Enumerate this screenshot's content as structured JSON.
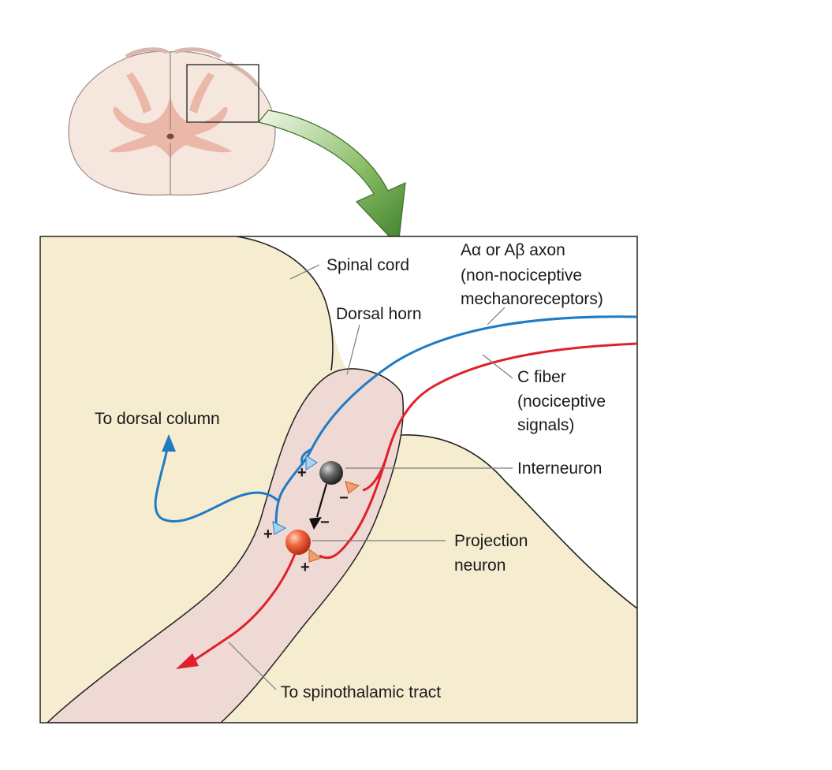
{
  "labels": {
    "spinal_cord": "Spinal cord",
    "dorsal_horn": "Dorsal horn",
    "a_fiber_line1": "Aα or Aβ axon",
    "a_fiber_line2": "(non-nociceptive",
    "a_fiber_line3": "mechanoreceptors)",
    "c_fiber_line1": "C fiber",
    "c_fiber_line2": "(nociceptive",
    "c_fiber_line3": "signals)",
    "interneuron": "Interneuron",
    "projection_line1": "Projection",
    "projection_line2": "neuron",
    "to_dorsal_column": "To dorsal column",
    "to_spinothalamic": "To spinothalamic tract"
  },
  "signs": {
    "a_to_interneuron": "+",
    "c_to_interneuron": "−",
    "interneuron_to_projection": "−",
    "a_to_projection": "+",
    "c_to_projection": "+"
  },
  "colors": {
    "a_fiber": "#1f7bc4",
    "c_fiber": "#e0202a",
    "cord_tissue": "#f6ecd0",
    "dorsal_horn": "#efd9d4",
    "gray_matter": "#ebb7a8",
    "arrow_green": "#5a9a3c",
    "interneuron": "#3a3a3a",
    "projection_neuron": "#e0452d"
  }
}
